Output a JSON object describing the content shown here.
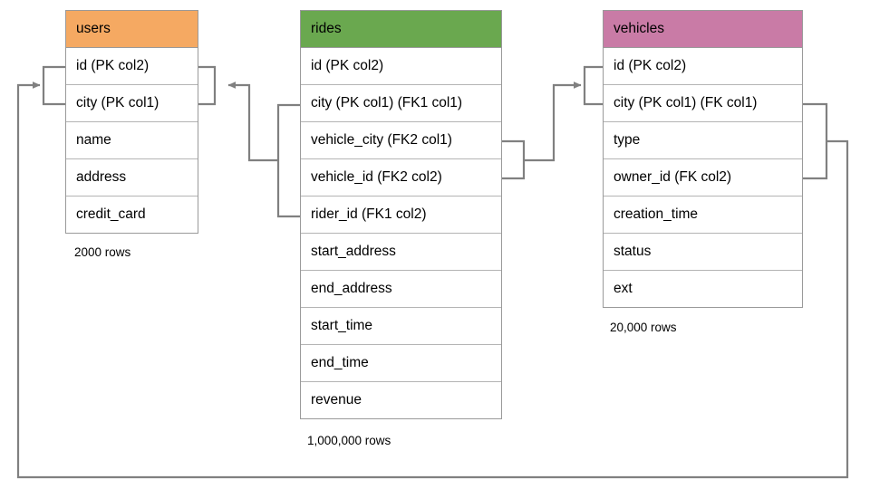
{
  "diagram": {
    "title": "rides schema entity relationship diagram",
    "background": "#ffffff",
    "edge_color": "#808080"
  },
  "entities": [
    {
      "id": "users",
      "name": "users",
      "header_color": "#f5a962",
      "row_count_label": "2000 rows",
      "fields": [
        "id (PK col2)",
        "city (PK col1)",
        "name",
        "address",
        "credit_card"
      ]
    },
    {
      "id": "rides",
      "name": "rides",
      "header_color": "#6aa84f",
      "row_count_label": "1,000,000 rows",
      "fields": [
        "id (PK col2)",
        "city (PK col1) (FK1 col1)",
        "vehicle_city (FK2 col1)",
        "vehicle_id (FK2 col2)",
        "rider_id (FK1 col2)",
        "start_address",
        "end_address",
        "start_time",
        "end_time",
        "revenue"
      ]
    },
    {
      "id": "vehicles",
      "name": "vehicles",
      "header_color": "#c97ba6",
      "row_count_label": "20,000 rows",
      "fields": [
        "id (PK col2)",
        "city (PK col1) (FK col1)",
        "type",
        "owner_id (FK col2)",
        "creation_time",
        "status",
        "ext"
      ]
    }
  ],
  "relationships": [
    {
      "id": "rides-to-users",
      "from_entity": "rides",
      "from_fields": [
        "city (PK col1) (FK1 col1)",
        "rider_id (FK1 col2)"
      ],
      "to_entity": "users",
      "to_fields": [
        "id (PK col2)",
        "city (PK col1)"
      ],
      "arrow": "points-left-into-users"
    },
    {
      "id": "rides-to-vehicles",
      "from_entity": "rides",
      "from_fields": [
        "vehicle_city (FK2 col1)",
        "vehicle_id (FK2 col2)"
      ],
      "to_entity": "vehicles",
      "to_fields": [
        "id (PK col2)",
        "city (PK col1) (FK col1)"
      ],
      "arrow": "points-right-into-vehicles"
    },
    {
      "id": "vehicles-to-users",
      "from_entity": "vehicles",
      "from_fields": [
        "city (PK col1) (FK col1)",
        "owner_id (FK col2)"
      ],
      "to_entity": "users",
      "to_fields": [
        "id (PK col2)",
        "city (PK col1)"
      ],
      "arrow": "points-right-into-users-via-bottom-loop"
    }
  ]
}
